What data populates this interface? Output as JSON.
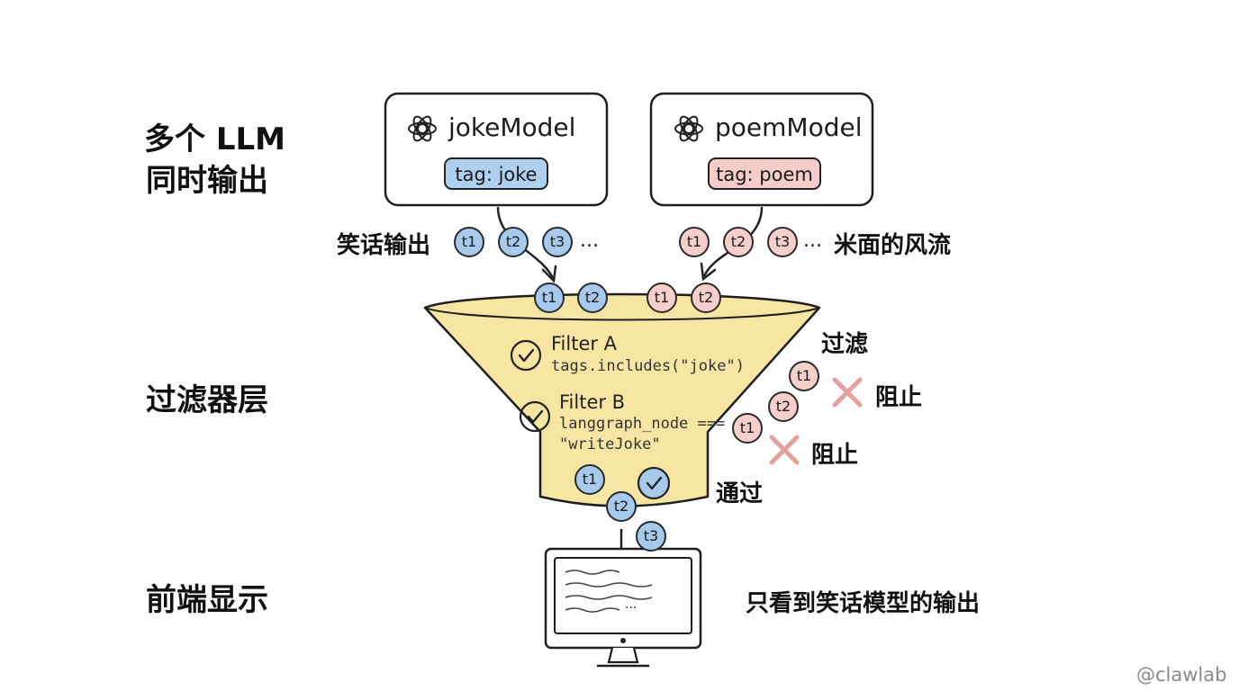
{
  "sections": {
    "top_line1": "多个 LLM",
    "top_line2": "同时输出",
    "middle": "过滤器层",
    "bottom": "前端显示"
  },
  "models": [
    {
      "name": "jokeModel",
      "tag": "tag: joke",
      "color": "#aed0ee"
    },
    {
      "name": "poemModel",
      "tag": "tag: poem",
      "color": "#f6cccb"
    }
  ],
  "streams": {
    "joke_label": "笑话输出",
    "poem_label": "米面的风流",
    "joke_ellipsis": "...",
    "poem_ellipsis": "..."
  },
  "tokens": {
    "joke_stream": [
      "t1",
      "t2",
      "t3"
    ],
    "poem_stream": [
      "t1",
      "t2",
      "t3"
    ],
    "joke_entering": [
      "t1",
      "t2"
    ],
    "poem_entering": [
      "t1",
      "t2"
    ],
    "blocked": [
      "t1",
      "t2",
      "t1"
    ],
    "passed": [
      "t1",
      "t2",
      "t3"
    ]
  },
  "filters": [
    {
      "title": "Filter A",
      "expr_line1": "tags.includes(\"joke\")",
      "expr_line2": ""
    },
    {
      "title": "Filter B",
      "expr_line1": "langgraph_node ===",
      "expr_line2": "\"writeJoke\""
    }
  ],
  "labels": {
    "filter": "过滤",
    "block1": "阻止",
    "block2": "阻止",
    "pass": "通过",
    "result": "只看到笑话模型的输出",
    "screen_ellipsis": "..."
  },
  "colors": {
    "funnel": "#f7e6a3",
    "joke": "#a7c9eb",
    "poem": "#f6cfcd",
    "block_x": "#e5a1a0"
  },
  "watermark": "@clawlab"
}
